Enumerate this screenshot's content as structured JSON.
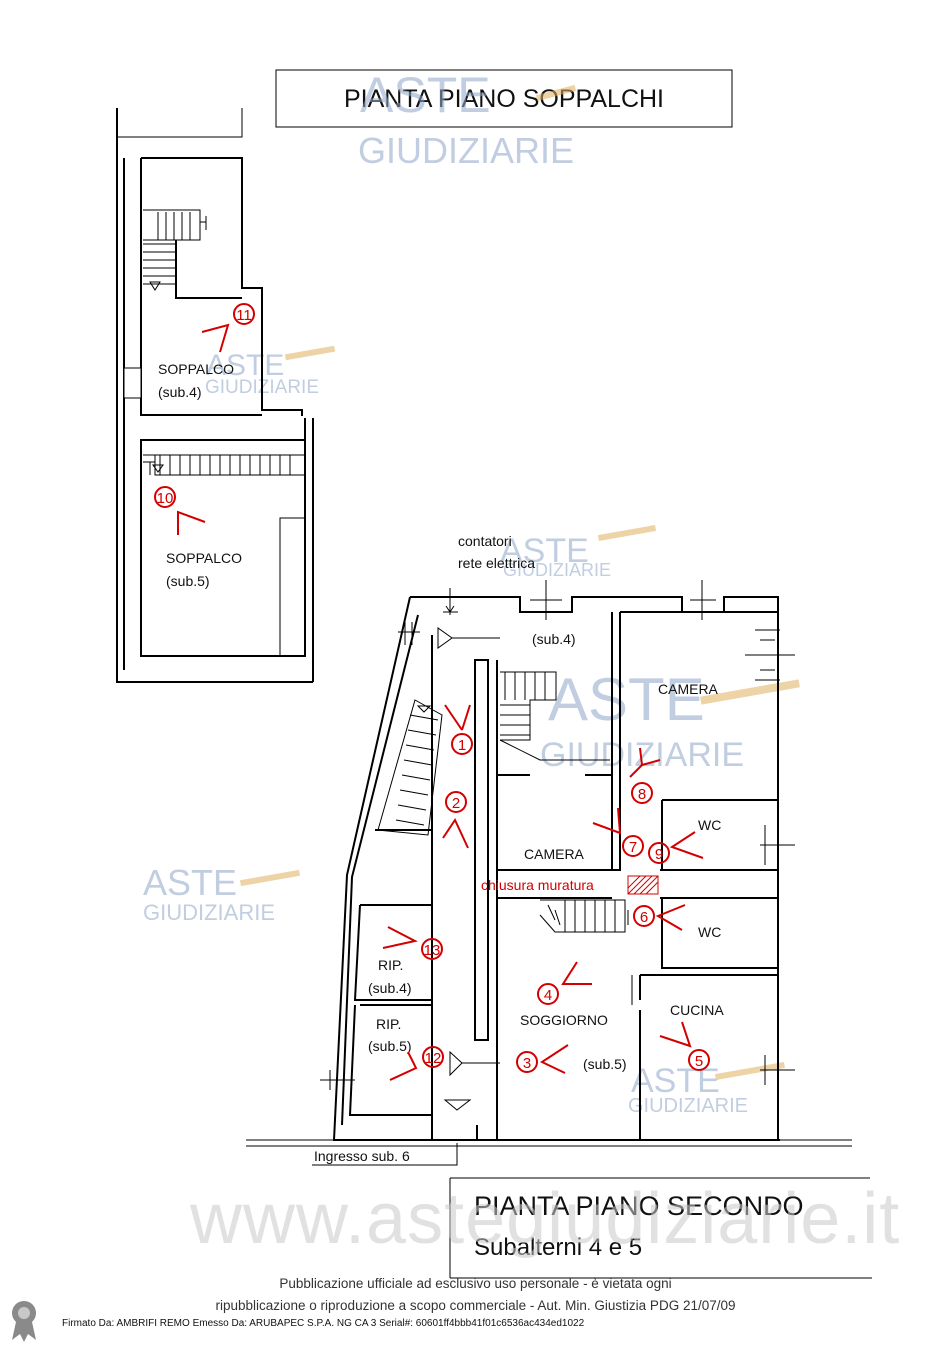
{
  "title_top": "PIANTA PIANO SOPPALCHI",
  "title_bottom_line1": "PIANTA PIANO SECONDO",
  "title_bottom_line2": "Subalterni 4 e 5",
  "watermark": {
    "brand_line1": "ASTE",
    "brand_line2": "GIUDIZIARIE",
    "site": "www.astegiudiziarie.it"
  },
  "rooms_soppalchi": [
    {
      "name": "SOPPALCO",
      "sub": "(sub.4)"
    },
    {
      "name": "SOPPALCO",
      "sub": "(sub.5)"
    }
  ],
  "rooms_secondo": {
    "sub4_label": "(sub.4)",
    "camera_1": "CAMERA",
    "camera_2": "CAMERA",
    "wc_1": "WC",
    "wc_2": "WC",
    "soggiorno": "SOGGIORNO",
    "sub5_label": "(sub.5)",
    "cucina": "CUCINA",
    "rip_4_name": "RIP.",
    "rip_4_sub": "(sub.4)",
    "rip_5_name": "RIP.",
    "rip_5_sub": "(sub.5)"
  },
  "annotations": {
    "contatori_1": "contatori",
    "contatori_2": "rete elettrica",
    "chiusura": "chiusura muratura",
    "ingresso": "Ingresso sub. 6"
  },
  "photo_markers": [
    "1",
    "2",
    "3",
    "4",
    "5",
    "6",
    "7",
    "8",
    "9",
    "10",
    "11",
    "12",
    "13"
  ],
  "footer": {
    "line1": "Pubblicazione ufficiale ad esclusivo uso personale - è vietata ogni",
    "line2": "ripubblicazione o riproduzione a scopo commerciale - Aut. Min. Giustizia PDG 21/07/09",
    "signature": "Firmato Da: AMBRIFI REMO Emesso Da: ARUBAPEC S.P.A. NG CA 3 Serial#: 60601ff4bbb41f01c6536ac434ed1022"
  },
  "colors": {
    "marker_red": "#d40000",
    "watermark_blue": "#8fa6c8",
    "watermark_gold": "#e0b060"
  }
}
